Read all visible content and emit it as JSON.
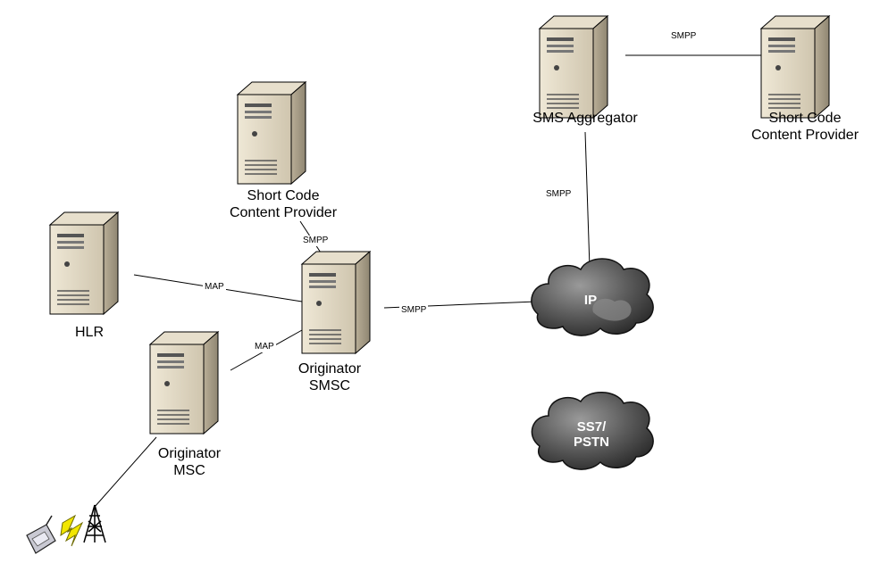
{
  "nodes": {
    "sms_aggregator": {
      "line1": "SMS Aggregator"
    },
    "sc_provider_right": {
      "line1": "Short Code",
      "line2": "Content Provider"
    },
    "sc_provider_left": {
      "line1": "Short Code",
      "line2": "Content Provider"
    },
    "hlr": {
      "line1": "HLR"
    },
    "originator_smsc": {
      "line1": "Originator",
      "line2": "SMSC"
    },
    "originator_msc": {
      "line1": "Originator",
      "line2": "MSC"
    }
  },
  "clouds": {
    "ip": {
      "line1": "IP"
    },
    "ss7": {
      "line1": "SS7/",
      "line2": "PSTN"
    }
  },
  "links": {
    "aggregator_provider": "SMPP",
    "aggregator_ip": "SMPP",
    "provider_smsc": "SMPP",
    "hlr_smsc": "MAP",
    "smsc_ip": "SMPP",
    "msc_smsc": "MAP"
  },
  "colors": {
    "server_body": "#d8cfbc",
    "server_side": "#aea48f",
    "cloud": "#4a4a4a",
    "lightning": "#f2e600"
  }
}
